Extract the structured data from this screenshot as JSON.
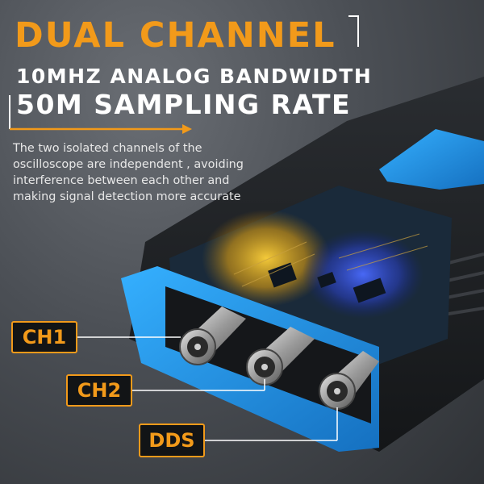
{
  "headline": "DUAL CHANNEL",
  "subheadline_1": "10MHZ ANALOG BANDWIDTH",
  "subheadline_2": "50M SAMPLING RATE",
  "description": "The two isolated channels of the oscilloscope are independent , avoiding interference between each other and making signal detection more accurate",
  "ports": [
    {
      "label": "CH1"
    },
    {
      "label": "CH2"
    },
    {
      "label": "DDS"
    }
  ],
  "colors": {
    "accent": "#f29a1a",
    "device_blue": "#1e8fe0",
    "device_body": "#1b1d20"
  }
}
